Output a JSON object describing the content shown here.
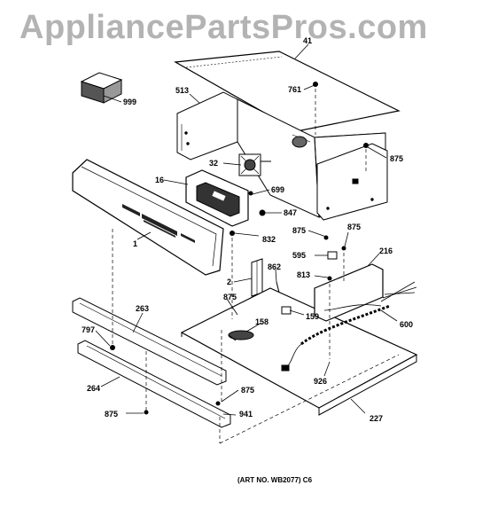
{
  "watermark": "AppliancePartsPros.com",
  "art_number": "(ART NO. WB2077) C6",
  "callouts": {
    "p41": "41",
    "p999": "999",
    "p513": "513",
    "p761": "761",
    "p875_top": "875",
    "p32": "32",
    "p16": "16",
    "p699": "699",
    "p847": "847",
    "p875_mid": "875",
    "p875_right": "875",
    "p832": "832",
    "p1": "1",
    "p595": "595",
    "p216": "216",
    "p813": "813",
    "p862": "862",
    "p2": "2",
    "p875_left": "875",
    "p263": "263",
    "p158": "158",
    "p159": "159",
    "p600": "600",
    "p797": "797",
    "p926": "926",
    "p264": "264",
    "p875_low": "875",
    "p227": "227",
    "p875_bottom": "875",
    "p941": "941"
  }
}
